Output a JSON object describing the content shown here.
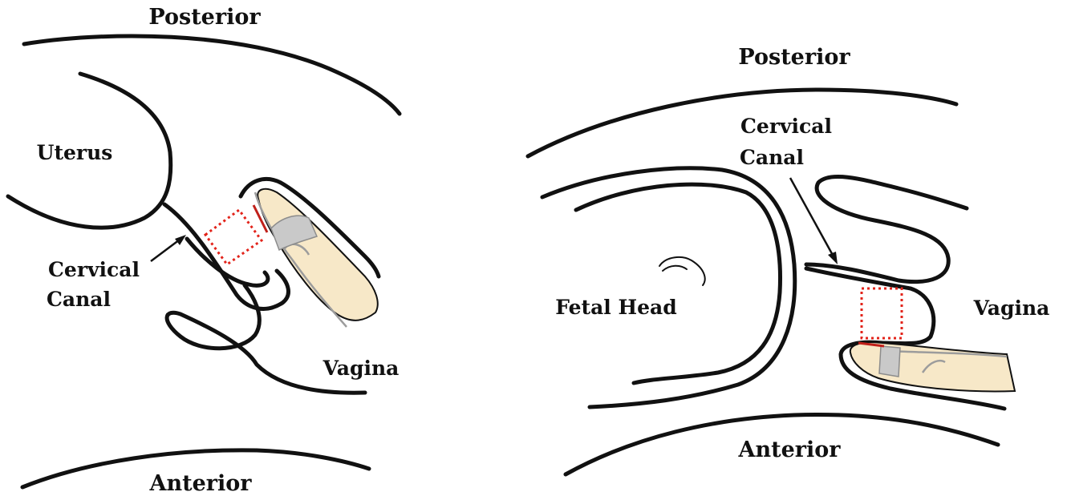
{
  "left_panel": {
    "posterior": "Posterior",
    "anterior": "Anterior",
    "uterus": "Uterus",
    "cervical_canal_line1": "Cervical",
    "cervical_canal_line2": "Canal",
    "vagina": "Vagina"
  },
  "right_panel": {
    "posterior": "Posterior",
    "anterior": "Anterior",
    "cervical_canal_line1": "Cervical",
    "cervical_canal_line2": "Canal",
    "fetal_head": "Fetal Head",
    "vagina": "Vagina"
  },
  "colors": {
    "outline": "#111111",
    "finger": "#f7e8c8",
    "marker_box": "#e2231a",
    "sensor_line": "#c0201a",
    "glove": "#9c9c9c"
  }
}
